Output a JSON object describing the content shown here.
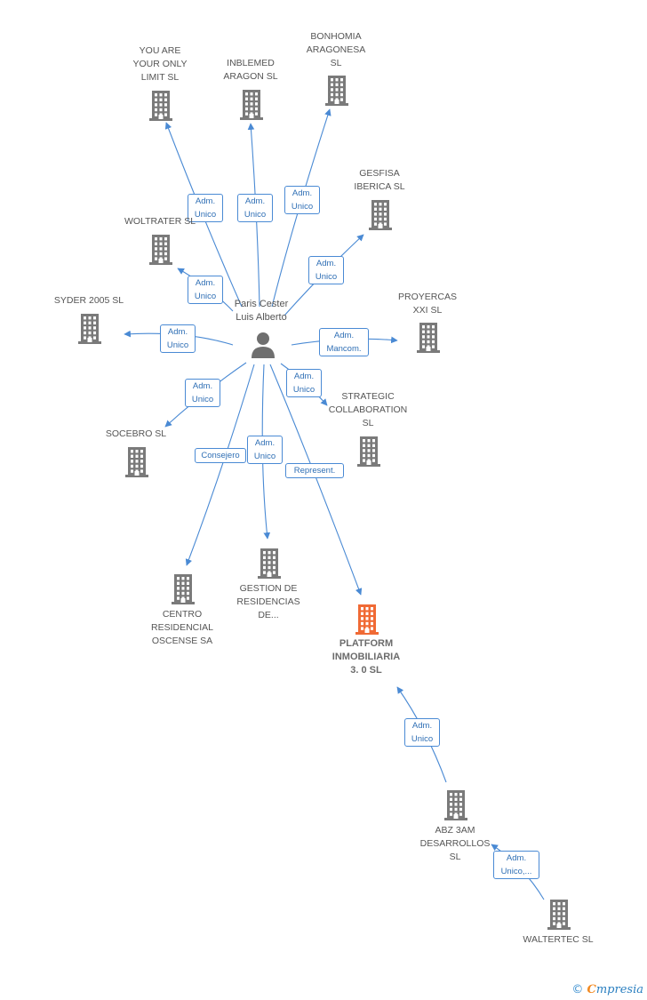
{
  "person": {
    "name": "Paris Cester\nLuis Alberto",
    "icon": "person-icon"
  },
  "companies": [
    {
      "id": "you-are",
      "label": "YOU ARE\nYOUR ONLY\nLIMIT  SL"
    },
    {
      "id": "inblemed",
      "label": "INBLEMED\nARAGON SL"
    },
    {
      "id": "bonhomia",
      "label": "BONHOMIA\nARAGONESA\nSL"
    },
    {
      "id": "gesfisa",
      "label": "GESFISA\nIBERICA SL"
    },
    {
      "id": "woltrater",
      "label": "WOLTRATER SL"
    },
    {
      "id": "syder",
      "label": "SYDER 2005 SL"
    },
    {
      "id": "proyercas",
      "label": "PROYERCAS\nXXI SL"
    },
    {
      "id": "strategic",
      "label": "STRATEGIC\nCOLLABORATION\nSL"
    },
    {
      "id": "socebro",
      "label": "SOCEBRO SL"
    },
    {
      "id": "centro",
      "label": "CENTRO\nRESIDENCIAL\nOSCENSE SA"
    },
    {
      "id": "gestion",
      "label": "GESTION DE\nRESIDENCIAS\nDE..."
    },
    {
      "id": "platform",
      "label": "PLATFORM\nINMOBILIARIA\n3. 0  SL",
      "highlight": true
    },
    {
      "id": "abz",
      "label": "ABZ 3AM\nDESARROLLOS\nSL"
    },
    {
      "id": "waltertec",
      "label": "WALTERTEC  SL"
    }
  ],
  "edges": [
    {
      "id": "e-youare",
      "label": "Adm.\nUnico"
    },
    {
      "id": "e-inblemed",
      "label": "Adm.\nUnico"
    },
    {
      "id": "e-bonhomia",
      "label": "Adm.\nUnico"
    },
    {
      "id": "e-gesfisa",
      "label": "Adm.\nUnico"
    },
    {
      "id": "e-woltrater",
      "label": "Adm.\nUnico"
    },
    {
      "id": "e-syder",
      "label": "Adm.\nUnico"
    },
    {
      "id": "e-proyercas",
      "label": "Adm.\nMancom."
    },
    {
      "id": "e-strategic",
      "label": "Adm.\nUnico"
    },
    {
      "id": "e-socebro",
      "label": "Adm.\nUnico"
    },
    {
      "id": "e-centro",
      "label": "Consejero"
    },
    {
      "id": "e-gestion",
      "label": "Adm.\nUnico"
    },
    {
      "id": "e-platform",
      "label": "Represent."
    },
    {
      "id": "e-abz-platform",
      "label": "Adm.\nUnico"
    },
    {
      "id": "e-waltertec-abz",
      "label": "Adm.\nUnico,..."
    }
  ],
  "colors": {
    "edge": "#4a8ad4",
    "building": "#7a7a7a",
    "building_highlight": "#f06a35",
    "person": "#6f6f6f"
  },
  "footer": {
    "copyright": "©",
    "brand_initial": "C",
    "brand_rest": "mpresia"
  }
}
